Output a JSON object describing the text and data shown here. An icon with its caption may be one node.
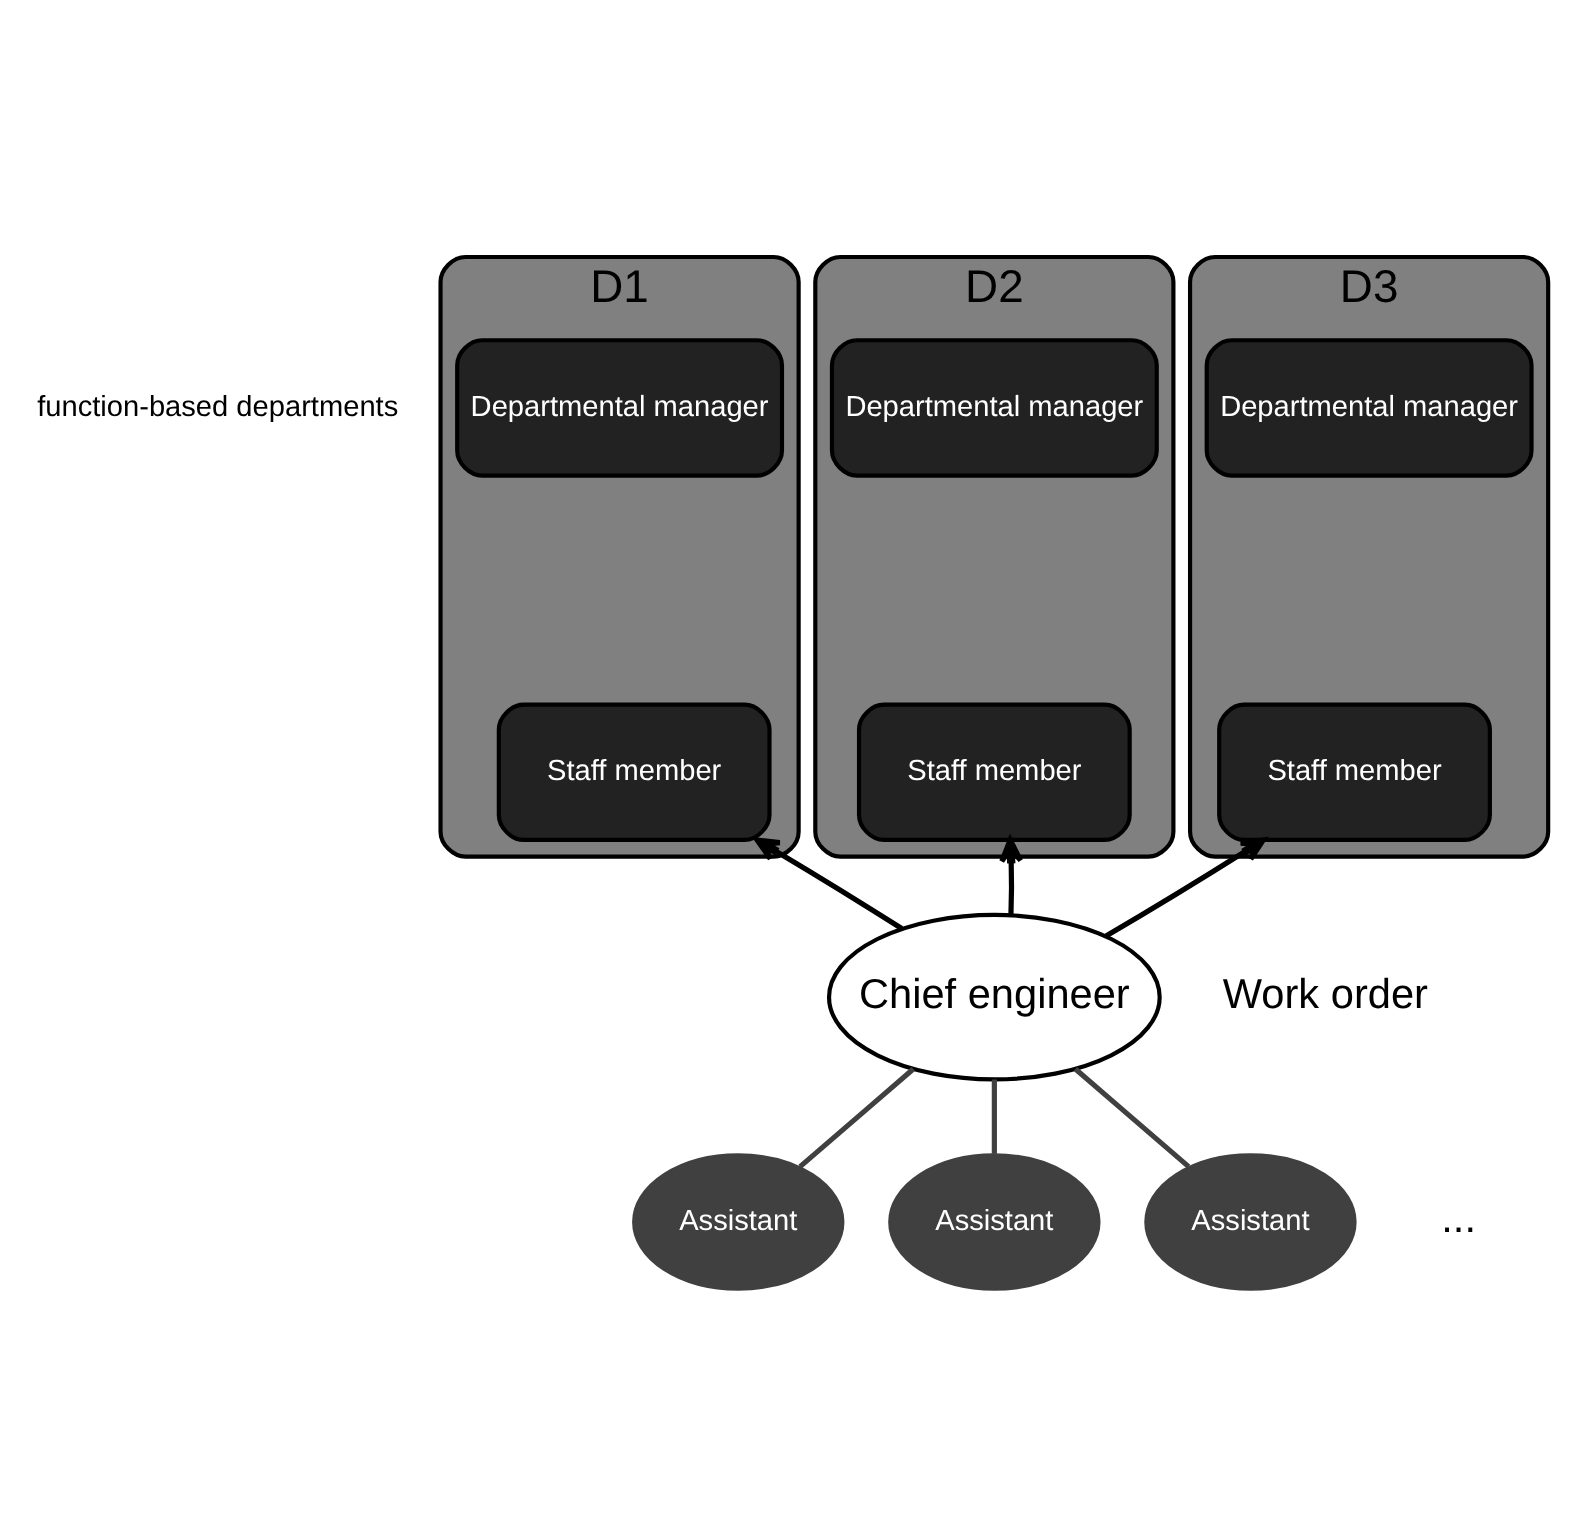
{
  "diagram": {
    "nodes": [
      {
        "text": [
          "D1"
        ]
      },
      {
        "text": [
          "Departmental manager"
        ],
        "in": 0
      },
      {
        "text": [
          "Staff member"
        ],
        "in": 0
      },
      {
        "text": [
          "D2"
        ]
      },
      {
        "text": [
          "Departmental manager"
        ],
        "in": 3
      },
      {
        "text": [
          "Staff member"
        ],
        "in": 3
      },
      {
        "text": [
          "D3"
        ]
      },
      {
        "text": [
          "Departmental manager"
        ],
        "in": 6
      },
      {
        "text": [
          "Staff member"
        ],
        "in": 6
      },
      {
        "text": [
          "Chief engineer"
        ]
      },
      {
        "text": [
          "Assistant"
        ]
      },
      {
        "text": [
          "Assistant"
        ]
      },
      {
        "text": [
          "Assistant"
        ]
      }
    ],
    "edges": [
      {
        "from": 9,
        "to": 2,
        "arrow": "to"
      },
      {
        "from": 9,
        "to": 5,
        "arrow": "to"
      },
      {
        "from": 9,
        "to": 8,
        "arrow": "to"
      },
      {
        "from": 9,
        "to": 10,
        "arrow": "none",
        "color": "#404040"
      },
      {
        "from": 9,
        "to": 11,
        "arrow": "none",
        "color": "#404040"
      },
      {
        "from": 9,
        "to": 12,
        "arrow": "none",
        "color": "#404040"
      }
    ],
    "labels": [
      "function-based departments",
      "Work order",
      "..."
    ]
  }
}
